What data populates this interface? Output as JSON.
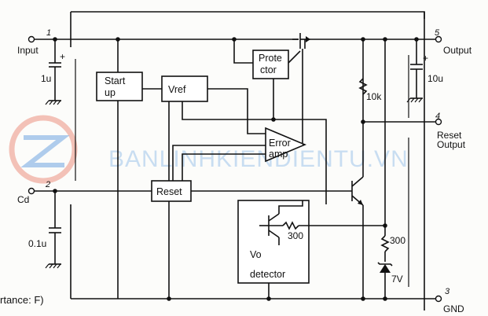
{
  "pins": {
    "input": {
      "num": "1",
      "label": "Input"
    },
    "cd": {
      "num": "2",
      "label": "Cd"
    },
    "gnd": {
      "num": "3",
      "label": "GND"
    },
    "reset_output": {
      "num": "4",
      "label_line1": "Reset",
      "label_line2": "Output"
    },
    "output": {
      "num": "5",
      "label": "Output"
    }
  },
  "blocks": {
    "start_up": {
      "line1": "Start",
      "line2": "up"
    },
    "vref": {
      "label": "Vref"
    },
    "protector": {
      "line1": "Prote",
      "line2": "ctor"
    },
    "error_amp": {
      "line1": "Error",
      "line2": "amp"
    },
    "reset": {
      "label": "Reset"
    },
    "vo_detector": {
      "line1": "Vo",
      "line2": "detector"
    }
  },
  "components": {
    "c_input": "1u",
    "c_cd": "0.1u",
    "c_output": "10u",
    "r_pullup": "10k",
    "r_base": "300",
    "r_zener": "300",
    "zener": "7V"
  },
  "polarity": "+",
  "footer_text": "rtance: F)",
  "watermark": "BANLINHKIENDIENTU.VN"
}
